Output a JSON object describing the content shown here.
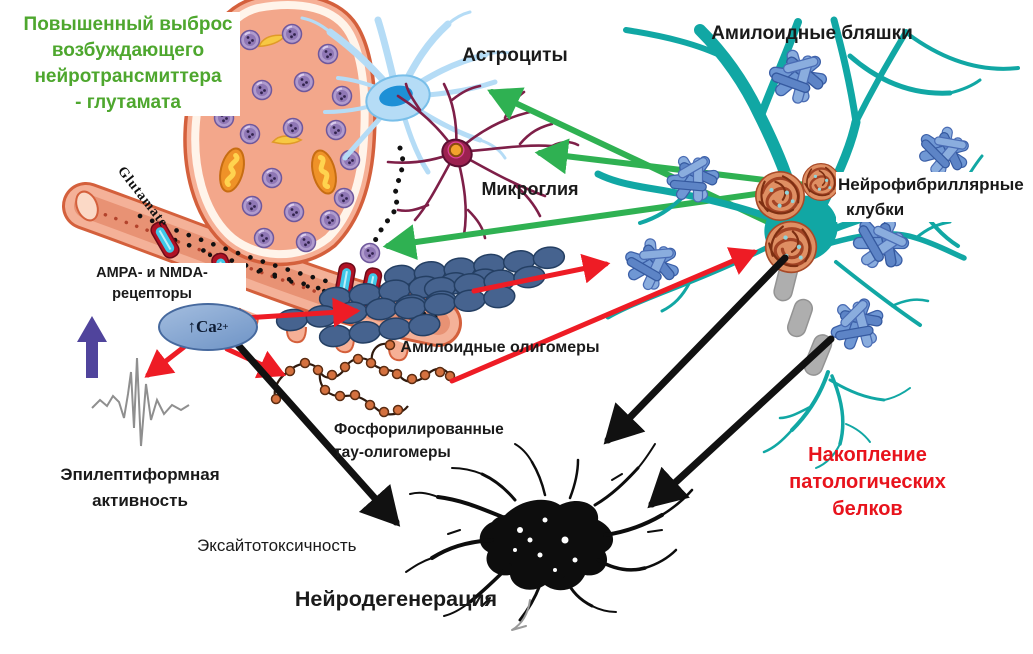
{
  "palette": {
    "green_text": "#4ea72e",
    "arrow_green": "#2fb152",
    "arrow_red": "#ee1c25",
    "red_text": "#e8131c",
    "arrow_black": "#111111",
    "arrow_purple": "#50449c",
    "neuron_teal": "#11a7a4",
    "plaque_blue": "#6f97d4",
    "oligomer_blue": "#46638f",
    "calcium_fill": "#7fa1d0",
    "synapse_salmon": "#f3a78b",
    "synapse_outline": "#d4603c",
    "astrocyte_blue": "#b5dcf6",
    "microglia_maroon": "#7e1f48",
    "tangle_orange": "#df8f63",
    "axon_gray": "#aeaeae"
  },
  "labels": {
    "glutamate_release": [
      "Повышенный выброс",
      "возбуждающего",
      "нейротрансмиттера",
      "- глутамата"
    ],
    "astrocytes": "Астроциты",
    "amyloid_plaques": "Амилоидные бляшки",
    "microglia": "Микроглия",
    "neurofibrillary_tangles": [
      "Нейрофибриллярные",
      "клубки"
    ],
    "ampa_nmda_receptors": [
      "AMPA- и NMDA-",
      "рецепторы"
    ],
    "glutamate_en": "Glutamate",
    "calcium_arrow": "↑",
    "calcium_base": "Ca",
    "calcium_sup": "2+",
    "amyloid_oligomers": "Амилоидные олигомеры",
    "phospho_tau": [
      "Фосфорилированные",
      "тау-олигомеры"
    ],
    "epileptiform_activity": [
      "Эпилептиформная",
      "активность"
    ],
    "excitotoxicity": "Эксайтотоксичность",
    "neurodegeneration": "Нейродегенерация",
    "protein_accumulation": [
      "Накопление",
      "патологических",
      "белков"
    ]
  }
}
